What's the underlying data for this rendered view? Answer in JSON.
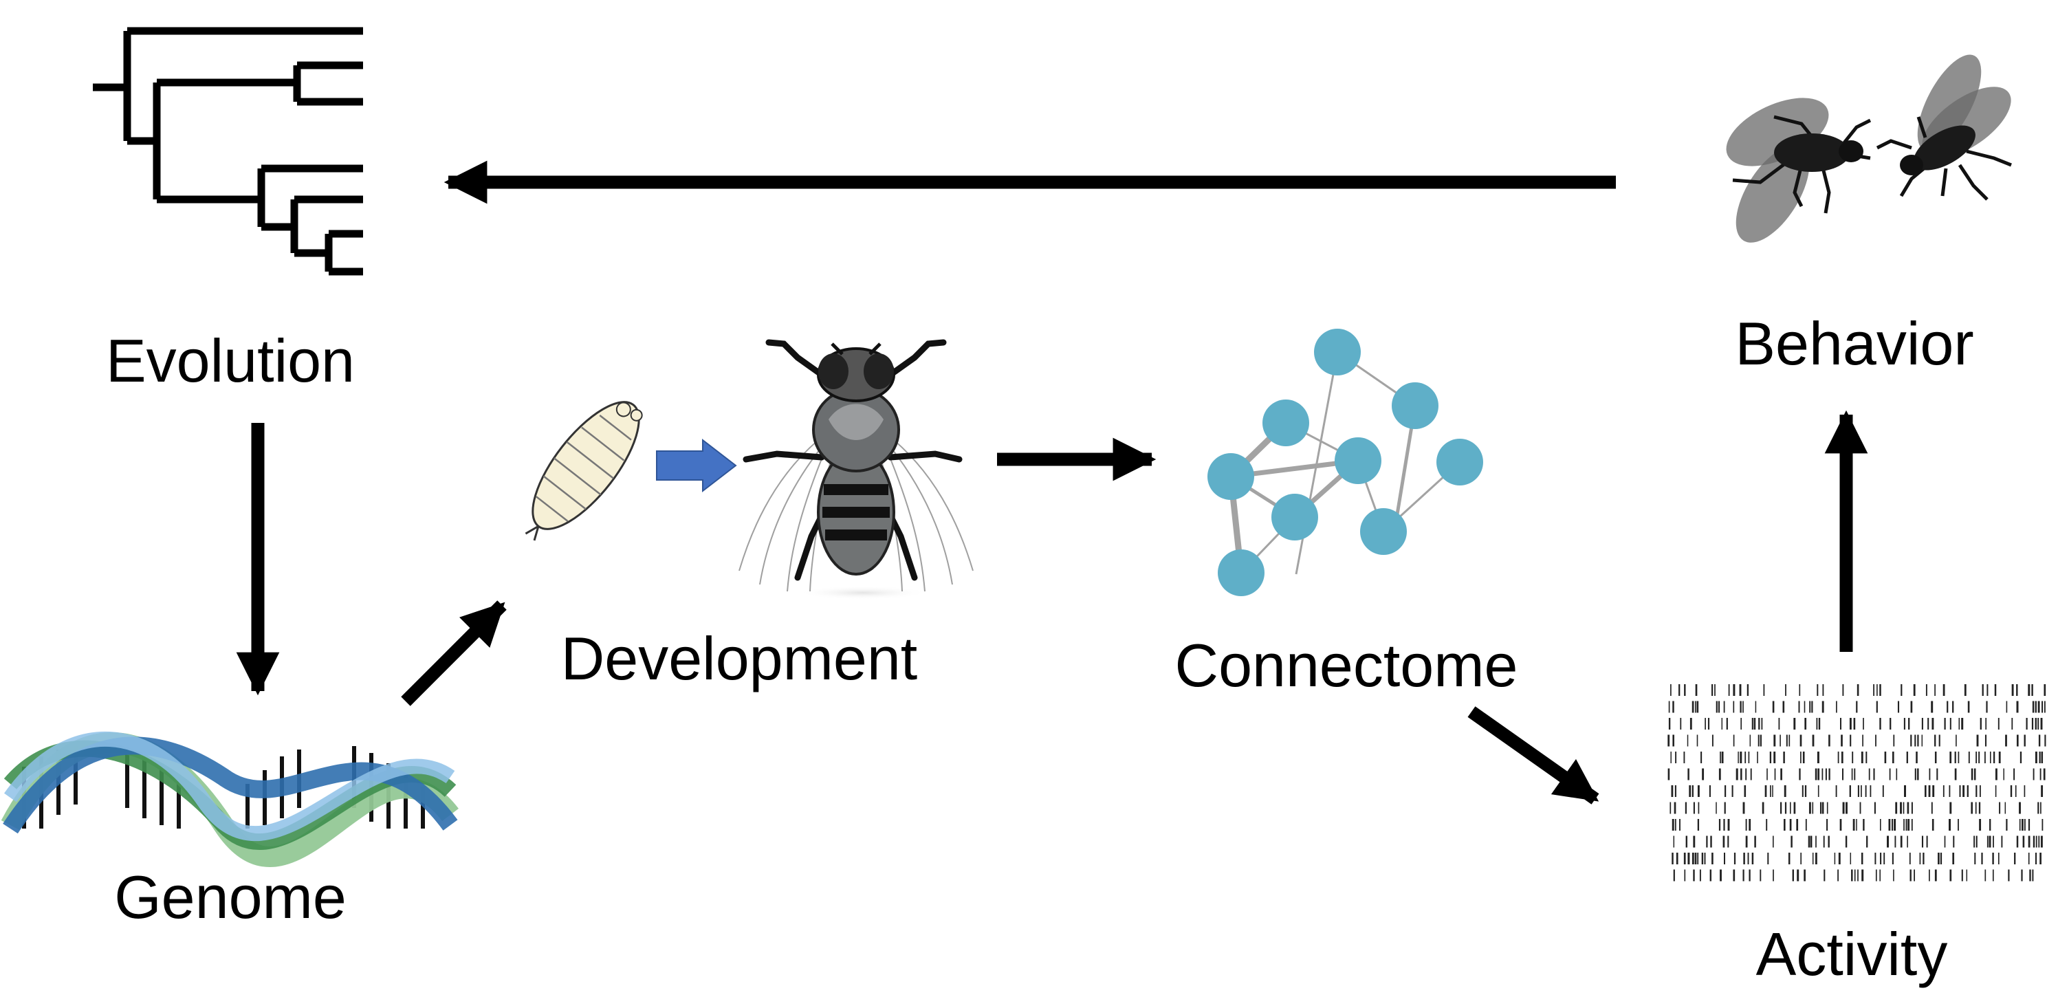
{
  "labels": {
    "evolution": "Evolution",
    "genome": "Genome",
    "development": "Development",
    "connectome": "Connectome",
    "activity": "Activity",
    "behavior": "Behavior"
  },
  "icons": {
    "evolution": "phylogenetic-tree-icon",
    "genome": "dna-double-helix-icon",
    "development": "larva-to-fly-icon",
    "connectome": "neural-network-graph-icon",
    "activity": "spike-raster-icon",
    "behavior": "fly-pair-icon"
  },
  "colors": {
    "arrow": "#000000",
    "development_arrow": "#4472c4",
    "network_node": "#5fafc8",
    "network_edge": "#a3a3a3",
    "dna_light_blue": "#8ec1e8",
    "dna_dark_blue": "#2f6fae",
    "dna_dark_green": "#3f8f4f",
    "dna_light_green": "#94c896",
    "larva": "#f6f0d6",
    "fly_body": "#6b6e70"
  }
}
